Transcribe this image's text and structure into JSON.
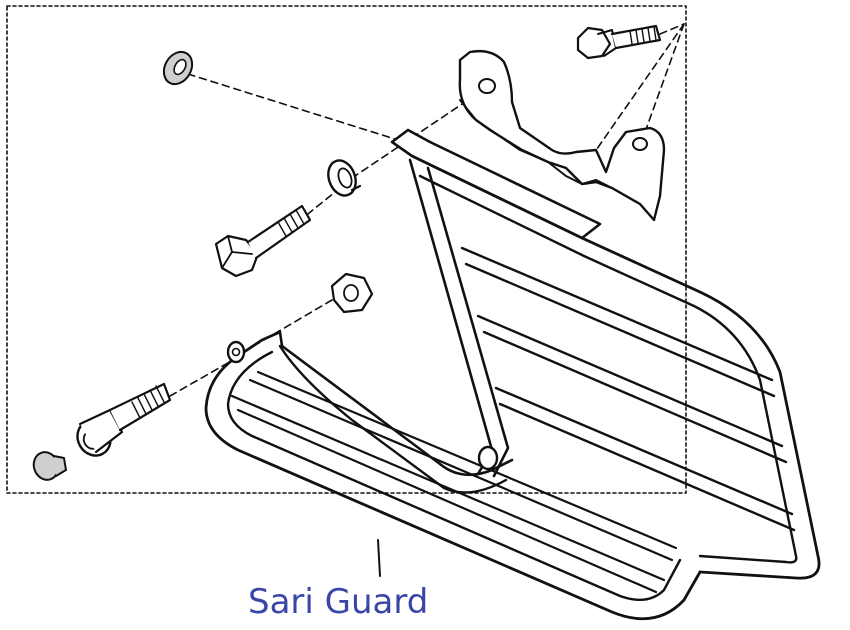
{
  "label": {
    "text": "Sari Guard",
    "color": "#3a45a8"
  },
  "colors": {
    "line": "#111111",
    "part_fill": "#ffffff",
    "shaded_part_fill": "#cfcfcf"
  },
  "parts": [
    {
      "name": "washer-flat",
      "icon": "flat-washer-icon"
    },
    {
      "name": "bolt-flange",
      "icon": "flange-bolt-icon"
    },
    {
      "name": "washer-lock",
      "icon": "lock-washer-icon"
    },
    {
      "name": "bolt-hex",
      "icon": "hex-bolt-icon"
    },
    {
      "name": "nut-hex",
      "icon": "hex-nut-icon"
    },
    {
      "name": "bolt-socket",
      "icon": "socket-cap-bolt-icon"
    },
    {
      "name": "cap-rubber",
      "icon": "rubber-cap-icon"
    },
    {
      "name": "mounting-bracket",
      "icon": "mounting-bracket-icon"
    },
    {
      "name": "sari-guard",
      "icon": "sari-guard-icon"
    }
  ]
}
